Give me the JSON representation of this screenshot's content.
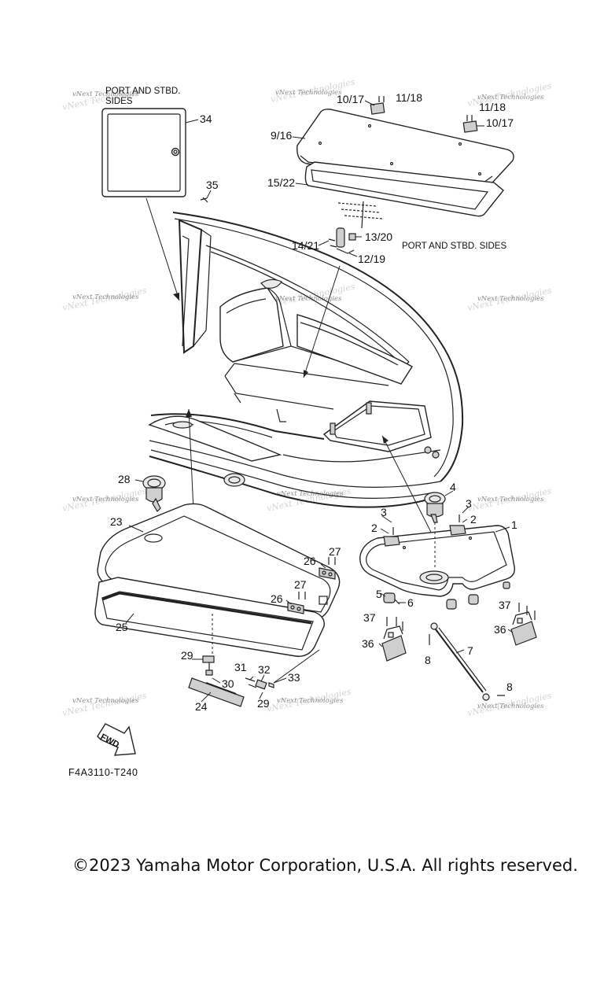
{
  "diagram": {
    "code": "F4A3110-T240",
    "watermark": "vNext Technologies",
    "fwd_label": "FWD",
    "notes": {
      "port_stbd_a1": "PORT AND STBD.",
      "port_stbd_a2": "SIDES",
      "port_stbd_b": "PORT AND STBD. SIDES"
    },
    "labels": {
      "l1": "1",
      "l2a": "2",
      "l2b": "2",
      "l3a": "3",
      "l3b": "3",
      "l4": "4",
      "l5": "5",
      "l6": "6",
      "l7": "7",
      "l8a": "8",
      "l8b": "8",
      "l9_16": "9/16",
      "l10_17a": "10/17",
      "l10_17b": "10/17",
      "l11_18a": "11/18",
      "l11_18b": "11/18",
      "l12_19": "12/19",
      "l13_20": "13/20",
      "l14_21": "14/21",
      "l15_22": "15/22",
      "l23": "23",
      "l24": "24",
      "l25": "25",
      "l26a": "26",
      "l26b": "26",
      "l27a": "27",
      "l27b": "27",
      "l28": "28",
      "l29a": "29",
      "l29b": "29",
      "l30": "30",
      "l31": "31",
      "l32": "32",
      "l33": "33",
      "l34": "34",
      "l35": "35",
      "l36a": "36",
      "l36b": "36",
      "l37a": "37",
      "l37b": "37"
    }
  },
  "footer": {
    "copyright": "©2023 Yamaha Motor Corporation, U.S.A. All rights reserved."
  }
}
